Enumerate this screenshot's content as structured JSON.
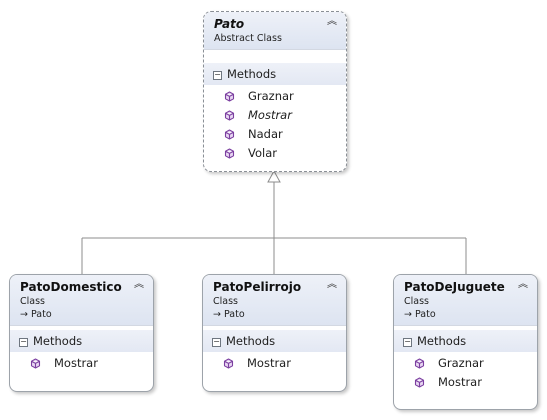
{
  "diagram": {
    "base_class": {
      "name": "Pato",
      "stereotype": "Abstract Class",
      "methods_label": "Methods",
      "methods": [
        "Graznar",
        "Mostrar",
        "Nadar",
        "Volar"
      ]
    },
    "derived": [
      {
        "name": "PatoDomestico",
        "stereotype": "Class",
        "inherits": "Pato",
        "methods_label": "Methods",
        "methods": [
          "Mostrar"
        ]
      },
      {
        "name": "PatoPelirrojo",
        "stereotype": "Class",
        "inherits": "Pato",
        "methods_label": "Methods",
        "methods": [
          "Mostrar"
        ]
      },
      {
        "name": "PatoDeJuguete",
        "stereotype": "Class",
        "inherits": "Pato",
        "methods_label": "Methods",
        "methods": [
          "Graznar",
          "Mostrar"
        ]
      }
    ]
  },
  "icons": {
    "collapse": "double-chevron-up-icon",
    "method": "method-cube-icon",
    "inherit_arrow": "inherits-arrow-icon",
    "section_toggle": "minus-toggle-icon"
  },
  "colors": {
    "header_top": "#eef1f8",
    "header_bottom": "#dde4f1",
    "border": "#9da3aa",
    "connector": "#8c8c8c",
    "method_icon": "#7b3fa0"
  }
}
